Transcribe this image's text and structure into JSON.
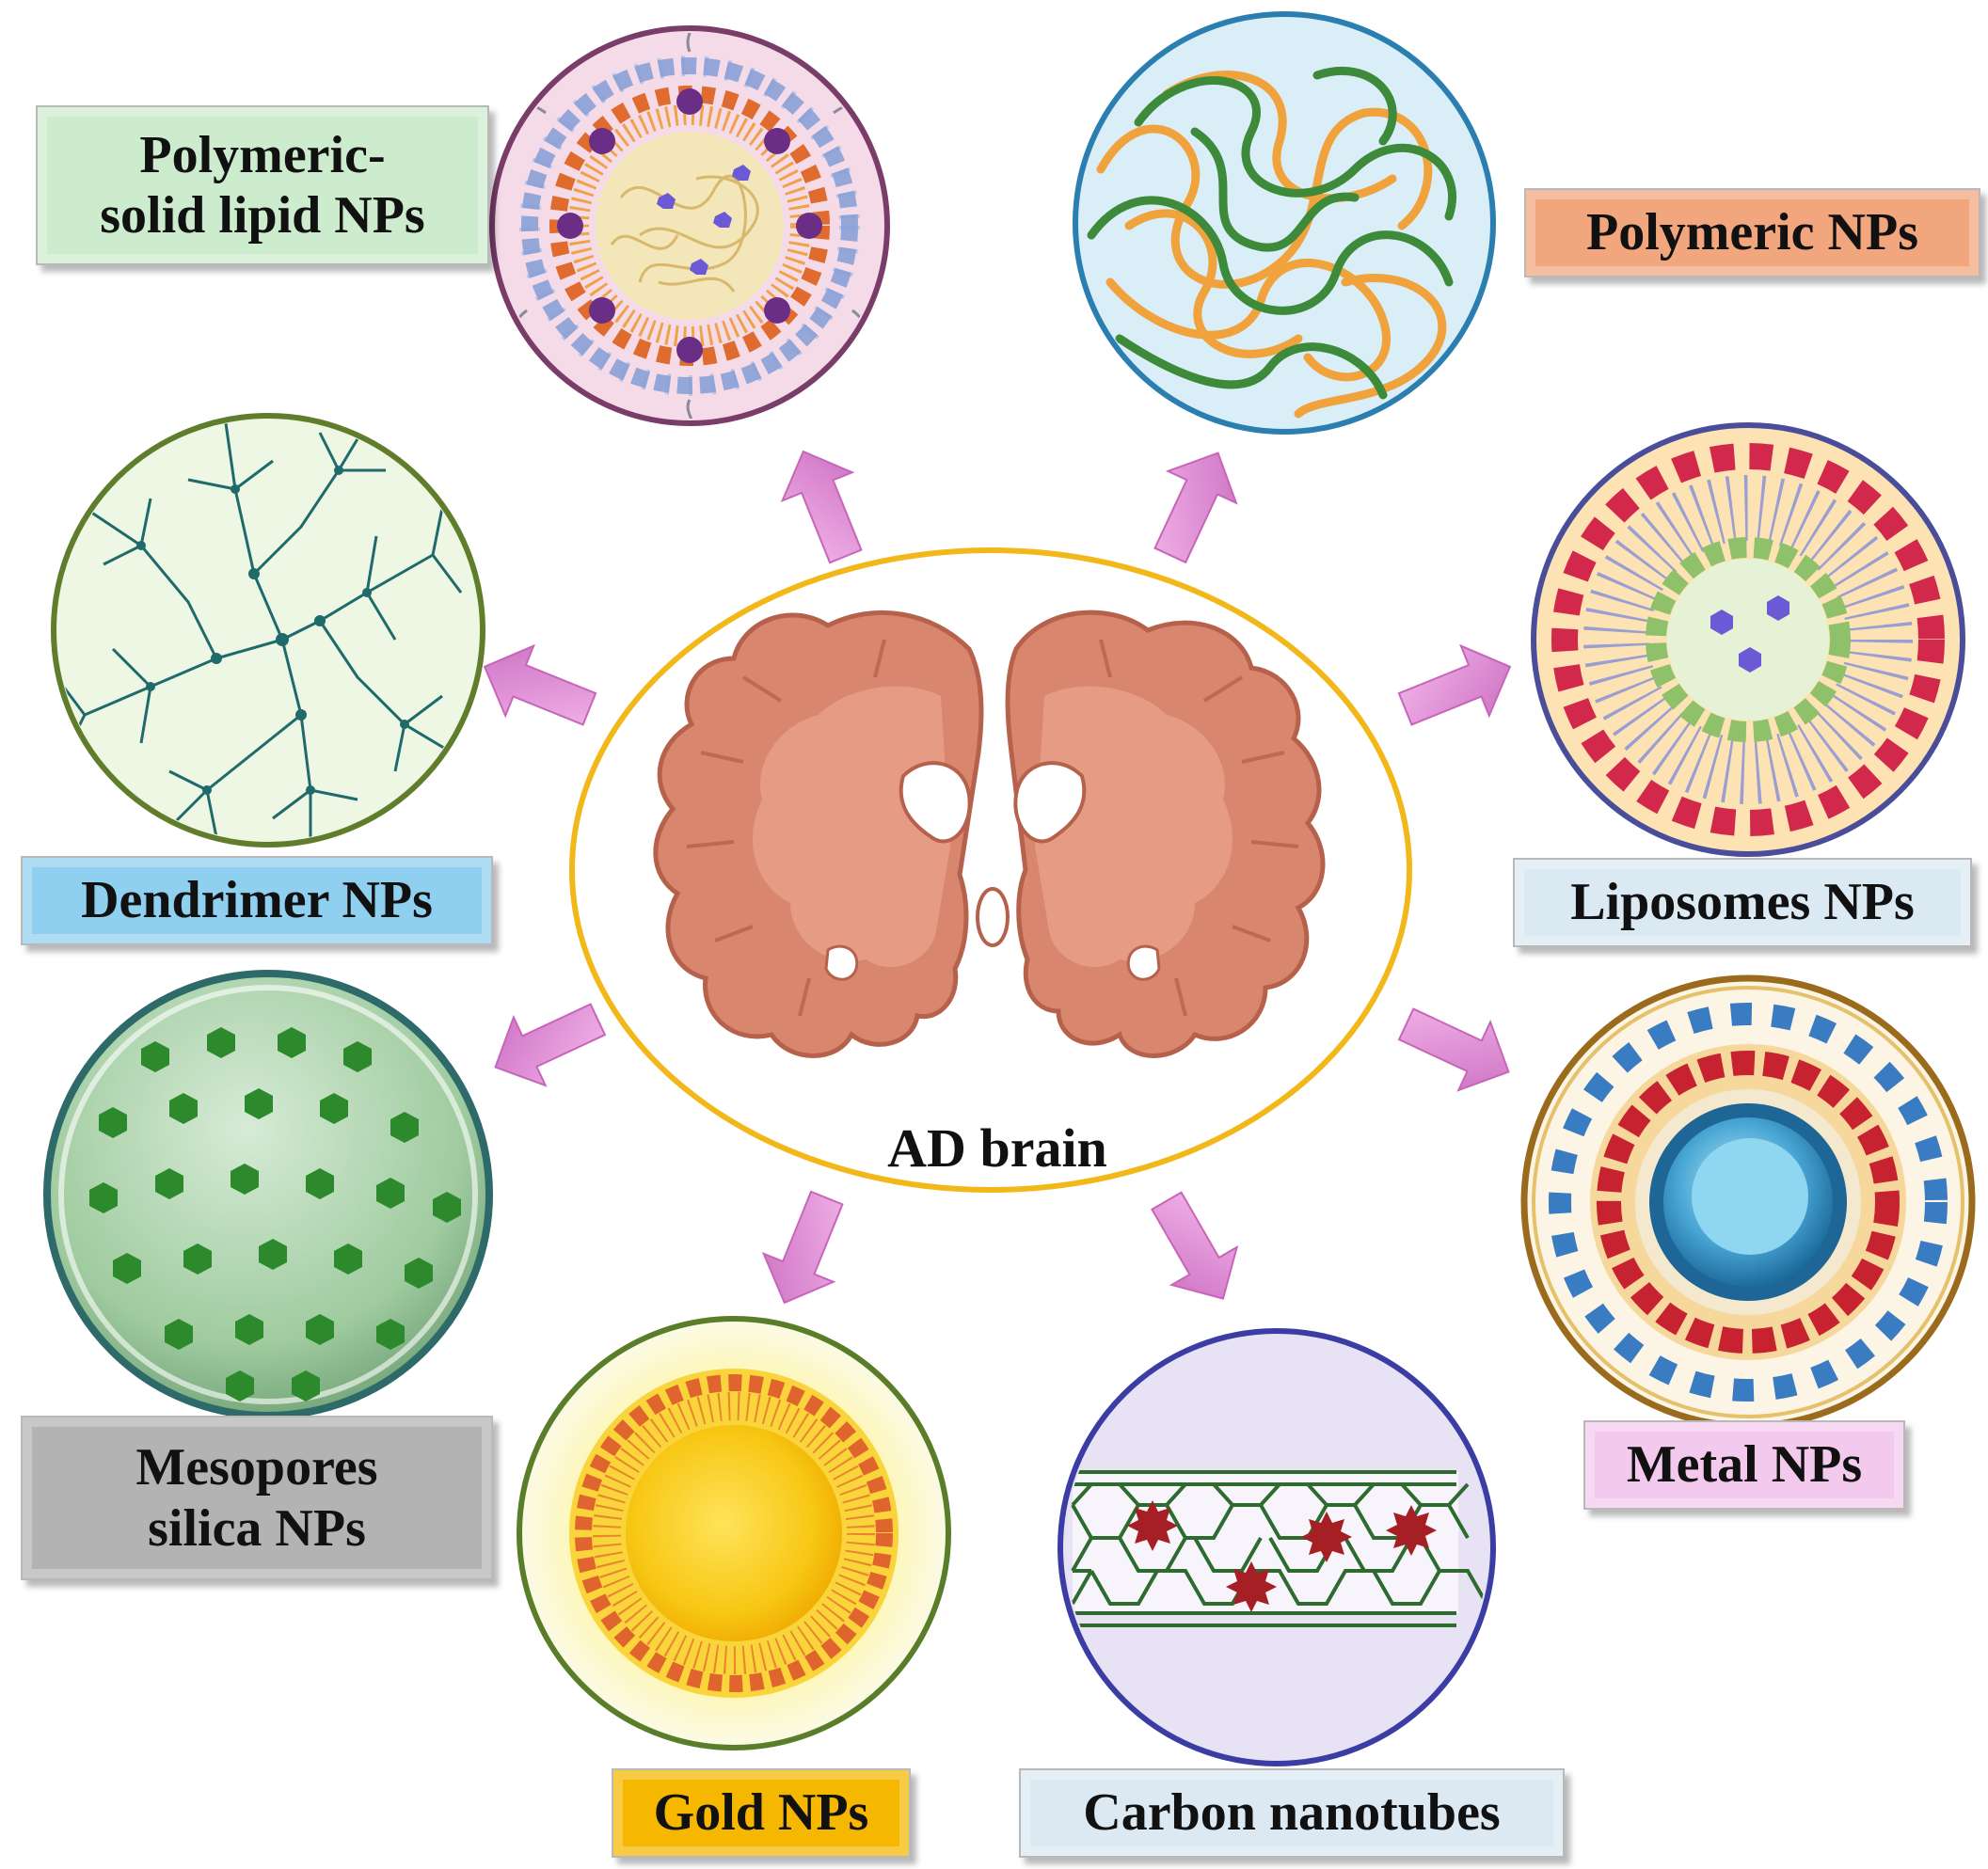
{
  "center": {
    "label": "AD brain"
  },
  "labels": {
    "polymeric_solid_lipid": {
      "line1": "Polymeric-",
      "line2": "solid lipid  NPs"
    },
    "polymeric": {
      "text": "Polymeric NPs"
    },
    "dendrimer": {
      "text": "Dendrimer NPs"
    },
    "liposomes": {
      "text": "Liposomes NPs"
    },
    "mesopores_silica": {
      "line1": "Mesopores",
      "line2": "silica NPs"
    },
    "metal": {
      "text": "Metal NPs"
    },
    "gold": {
      "text": "Gold NPs"
    },
    "carbon": {
      "text": "Carbon nanotubes"
    }
  },
  "colors": {
    "arrow": "#e28ad6",
    "brain": "#d9866e",
    "brain_outline": "#b5614c",
    "center_ring": "#f2b81a",
    "label_polymeric_solid_lipid": "#cdeccd",
    "label_polymeric": "#f1a67d",
    "label_dendrimer": "#8fcfef",
    "label_liposomes": "#dbe9f3",
    "label_mesopores_silica": "#b3b3b3",
    "label_metal": "#f4c9ee",
    "label_gold": "#f6b700",
    "label_carbon": "#dce9f3"
  },
  "icons": [
    "brain-icon",
    "polymeric-solid-lipid-nanoparticle-icon",
    "polymeric-nanoparticle-icon",
    "dendrimer-icon",
    "liposome-icon",
    "mesoporous-silica-icon",
    "metal-nanoparticle-icon",
    "gold-nanoparticle-icon",
    "carbon-nanotube-icon",
    "arrow-icon"
  ]
}
